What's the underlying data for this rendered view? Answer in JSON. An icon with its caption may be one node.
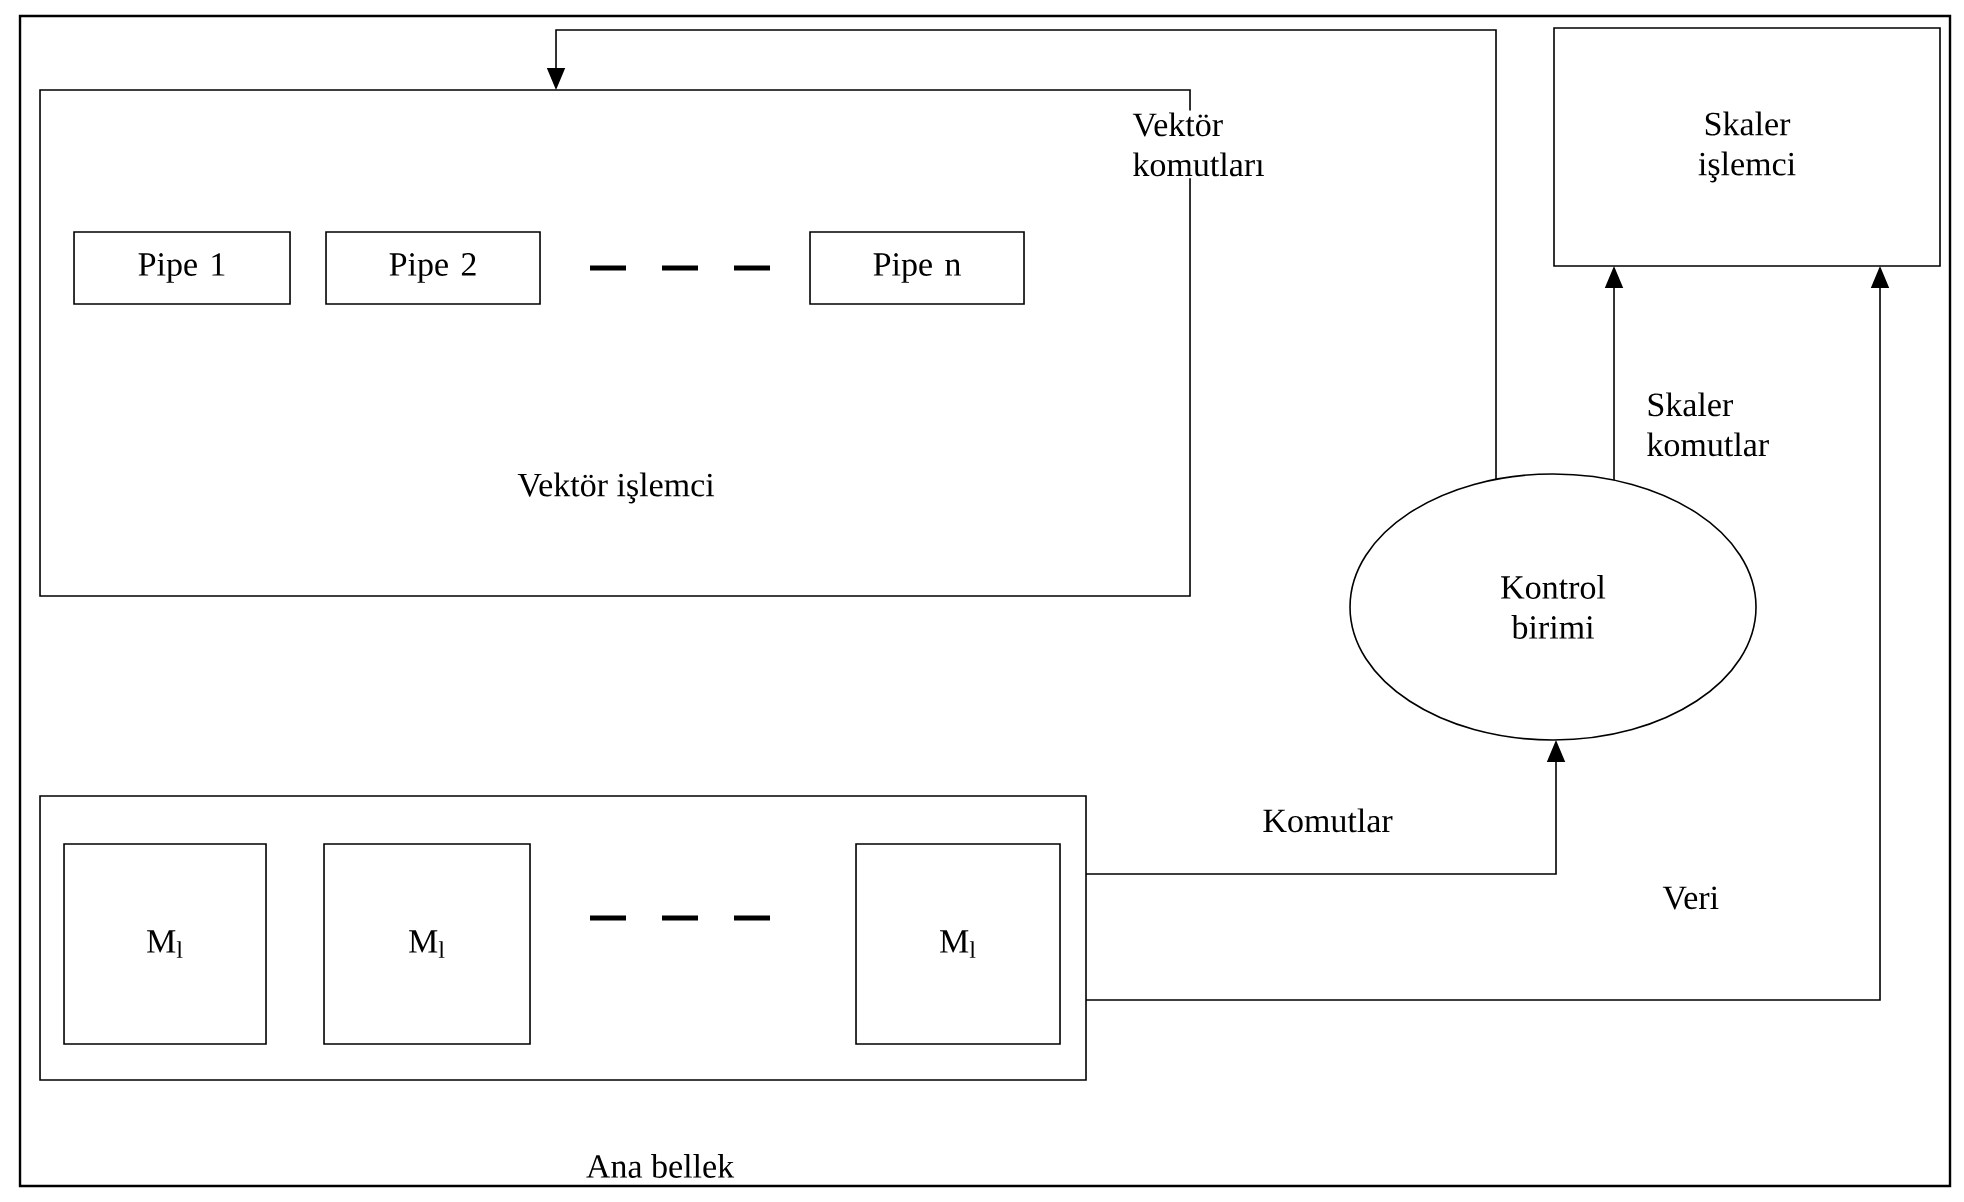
{
  "diagram": {
    "nodes": [
      {
        "text": [
          "Vektör işlemci"
        ]
      },
      {
        "text": [
          "Pipe 1"
        ],
        "in": 0
      },
      {
        "text": [
          "Pipe 2"
        ],
        "in": 0
      },
      {
        "text": [
          "Pipe n"
        ],
        "in": 0
      },
      {
        "text": [
          "Skaler işlemci"
        ]
      },
      {
        "text": [
          "Kontrol birimi"
        ]
      },
      {
        "text": [
          "Ana bellek"
        ]
      },
      {
        "text": [
          "M$_{l}$"
        ],
        "in": 6
      },
      {
        "text": [
          "M$_{l}$"
        ],
        "in": 6
      },
      {
        "text": [
          "M$_{l}$"
        ],
        "in": 6
      }
    ],
    "edges": [
      {
        "from": 5,
        "to": 0,
        "arrow": "to",
        "label": "Vektör komutları"
      },
      {
        "from": 5,
        "to": 4,
        "arrow": "to",
        "label": "Skaler komutlar"
      },
      {
        "from": 6,
        "to": 5,
        "arrow": "to",
        "label": "Komutlar"
      },
      {
        "from": 6,
        "to": 4,
        "arrow": "to",
        "label": "Veri"
      }
    ]
  }
}
